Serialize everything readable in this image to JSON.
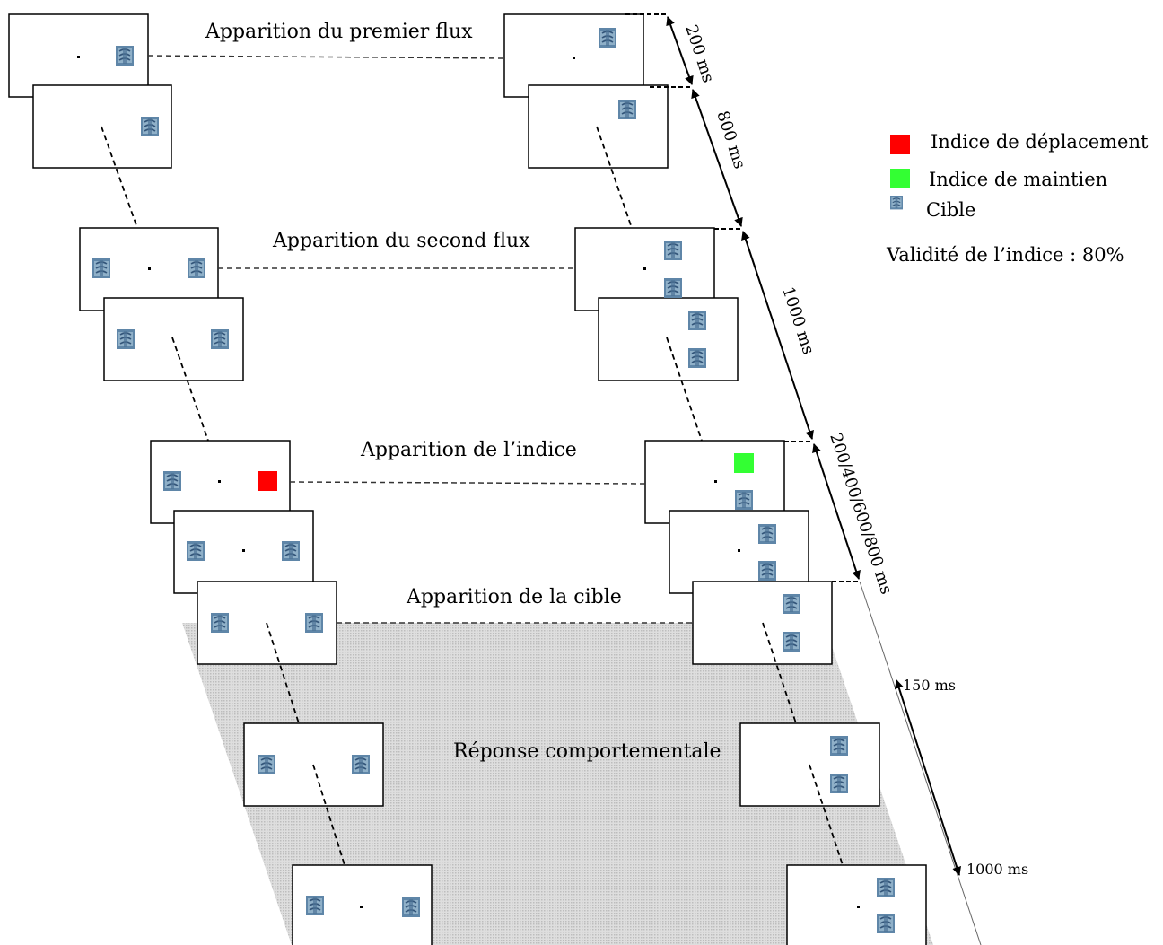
{
  "labels": {
    "first_stream": "Apparition du premier flux",
    "second_stream": "Apparition du second flux",
    "cue": "Apparition de l’indice",
    "target": "Apparition de la cible",
    "response": "Réponse comportementale"
  },
  "timing": {
    "t1": "200 ms",
    "t2": "800 ms",
    "t3": "1000 ms",
    "t4": "200/400/600/800 ms",
    "t5": "150 ms",
    "t6": "1000 ms"
  },
  "legend": {
    "shift_cue": "Indice de déplacement",
    "maintain_cue": "Indice de maintien",
    "target": "Cible",
    "validity": "Validité de l’indice : 80%"
  },
  "colors": {
    "shift_cue": "#ff0000",
    "maintain_cue": "#33ff33",
    "response_area": "#d3d3d3",
    "stimulus_icon": "#5f86a8"
  }
}
